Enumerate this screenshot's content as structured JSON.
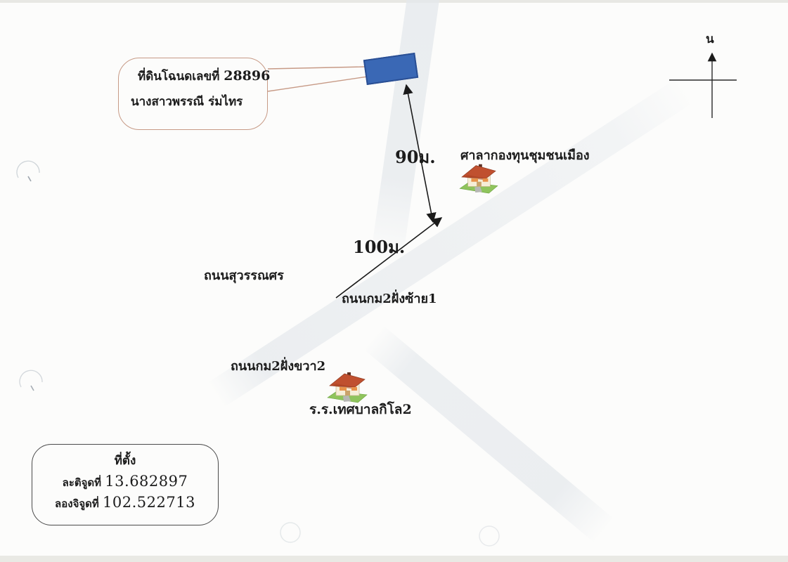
{
  "document": {
    "type": "scanned-land-location-map"
  },
  "annotation_bubble": {
    "deed_label": "ที่ดินโฉนดเลขที่",
    "deed_number": "28896",
    "owner_line": "นางสาวพรรณี ร่มไทร"
  },
  "measurements": {
    "vertical_distance": "90ม.",
    "diagonal_distance": "100ม."
  },
  "roads": {
    "suwannasorn": "ถนนสุวรรณศร",
    "km2_left1": "ถนนกม2ฝั่งซ้าย1",
    "km2_right2": "ถนนกม2ฝั่งขวา2"
  },
  "landmarks": {
    "community_hall": "ศาลากองทุนชุมชนเมือง",
    "school": "ร.ร.เทศบาลกิโล2"
  },
  "location_box": {
    "title": "ที่ตั้ง",
    "latitude_label": "ละติจูดที่",
    "latitude_value": "13.682897",
    "longitude_label": "ลองจิจูดที่",
    "longitude_value": "102.522713"
  },
  "compass": {
    "north_label": "น"
  },
  "colors": {
    "parcel_fill": "#3a68b5",
    "parcel_border": "#2a4f94",
    "callout_border": "#c79a86",
    "road_band": "#e4e8ec",
    "paper": "#fcfcfb",
    "ink": "#1c1c1c",
    "house_roof": "#c0502f",
    "house_lawn": "#7ab648"
  }
}
